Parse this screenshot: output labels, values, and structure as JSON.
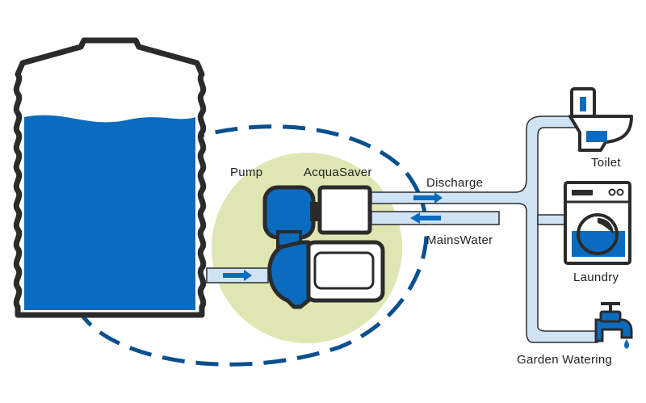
{
  "labels": {
    "pump": "Pump",
    "acquasaver": "AcquaSaver",
    "discharge": "Discharge",
    "mains_water": "MainsWater",
    "toilet": "Toilet",
    "laundry": "Laundry",
    "garden_watering": "Garden Watering"
  },
  "colors": {
    "water_blue": "#0b6bbf",
    "dark_blue": "#0a4f8f",
    "pipe_fill": "#cfe3f5",
    "outline": "#2b2b2b",
    "pump_halo": "#dfe6b3"
  },
  "icons": [
    "water-tank-icon",
    "pump-icon",
    "acquasaver-icon",
    "toilet-icon",
    "washing-machine-icon",
    "garden-tap-icon"
  ]
}
